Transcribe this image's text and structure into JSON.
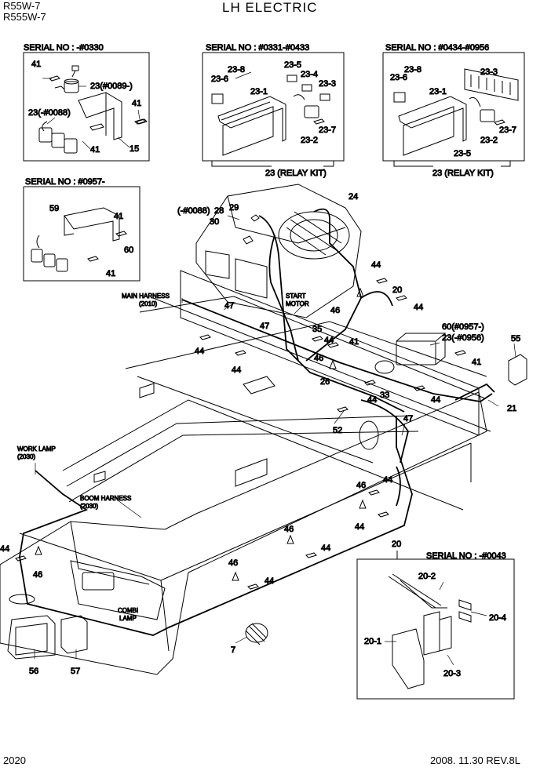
{
  "header": {
    "model_line1": "R55W-7",
    "model_line2": "R555W-7",
    "title": "LH ELECTRIC"
  },
  "footer": {
    "page_number": "2020",
    "revision": "2008. 11.30  REV.8L"
  },
  "insets": {
    "serial_1": "SERIAL NO : -#0330",
    "serial_2": "SERIAL NO : #0331-#0433",
    "serial_3": "SERIAL NO : #0434-#0956",
    "serial_4": "SERIAL NO : #0957-",
    "serial_5": "SERIAL NO : -#0043",
    "relay_kit_a": "23 (RELAY KIT)",
    "relay_kit_b": "23 (RELAY KIT)"
  },
  "notes": {
    "main_harness": "MAIN HARNESS",
    "main_harness_ref": "(2010)",
    "work_lamp": "WORK LAMP",
    "work_lamp_ref": "(2030)",
    "boom_harness": "BOOM HARNESS",
    "boom_harness_ref": "(2030)",
    "start": "START",
    "motor": "MOTOR",
    "combi": "COMBI",
    "lamp": "LAMP",
    "p60_note": "60(#0957-)",
    "p23_note": "23(-#0956)",
    "p28_note": "(-#0088)",
    "p23_0089": "23(#0089-)",
    "p23_0088": "23(-#0088)"
  },
  "callouts": {
    "c41": "41",
    "c15": "15",
    "c235": "23-5",
    "c234": "23-4",
    "c233": "23-3",
    "c238": "23-8",
    "c236": "23-6",
    "c231": "23-1",
    "c237": "23-7",
    "c232": "23-2",
    "c59": "59",
    "c60": "60",
    "c24": "24",
    "c28": "28",
    "c29": "29",
    "c30": "30",
    "c44": "44",
    "c20": "20",
    "c46": "46",
    "c47": "47",
    "c35": "35",
    "c26": "26",
    "c33": "33",
    "c52": "52",
    "c55": "55",
    "c21": "21",
    "c7": "7",
    "c56": "56",
    "c57": "57",
    "c202": "20-2",
    "c204": "20-4",
    "c201": "20-1",
    "c203": "20-3"
  }
}
